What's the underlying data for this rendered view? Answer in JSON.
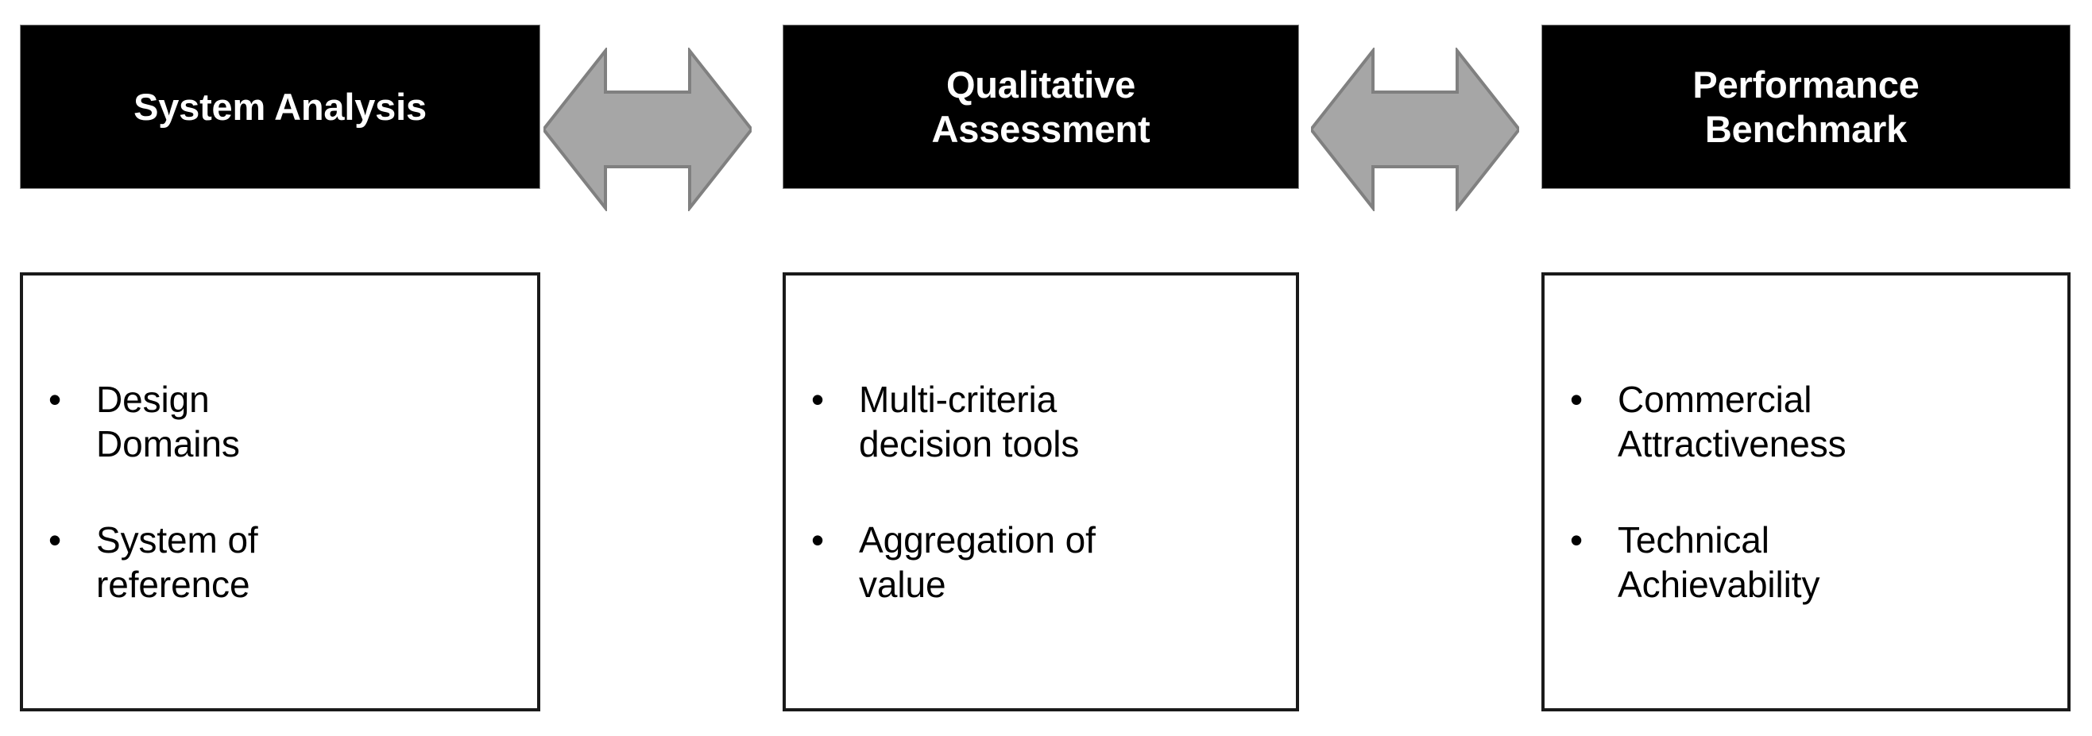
{
  "diagram": {
    "type": "three-stage bidirectional process diagram",
    "bullet_marker": "•",
    "colors": {
      "header_fill": "#000000",
      "header_text": "#FFFFFF",
      "box_border": "#1A1A1A",
      "box_fill": "#FFFFFF",
      "arrow_fill": "#A6A6A6",
      "arrow_stroke": "#808080",
      "body_text": "#000000"
    },
    "columns": [
      {
        "id": "system-analysis",
        "header": "System Analysis",
        "bullets": [
          "Design\nDomains",
          "System of\nreference"
        ]
      },
      {
        "id": "qualitative-assessment",
        "header": "Qualitative\nAssessment",
        "bullets": [
          "Multi-criteria\ndecision tools",
          "Aggregation of\nvalue"
        ]
      },
      {
        "id": "performance-benchmark",
        "header": "Performance\nBenchmark",
        "bullets": [
          "Commercial\nAttractiveness",
          "Technical\nAchievability"
        ]
      }
    ],
    "connectors": [
      {
        "id": "connector-1",
        "icon": "double-headed-arrow-icon",
        "from": "system-analysis",
        "to": "qualitative-assessment"
      },
      {
        "id": "connector-2",
        "icon": "double-headed-arrow-icon",
        "from": "qualitative-assessment",
        "to": "performance-benchmark"
      }
    ]
  }
}
